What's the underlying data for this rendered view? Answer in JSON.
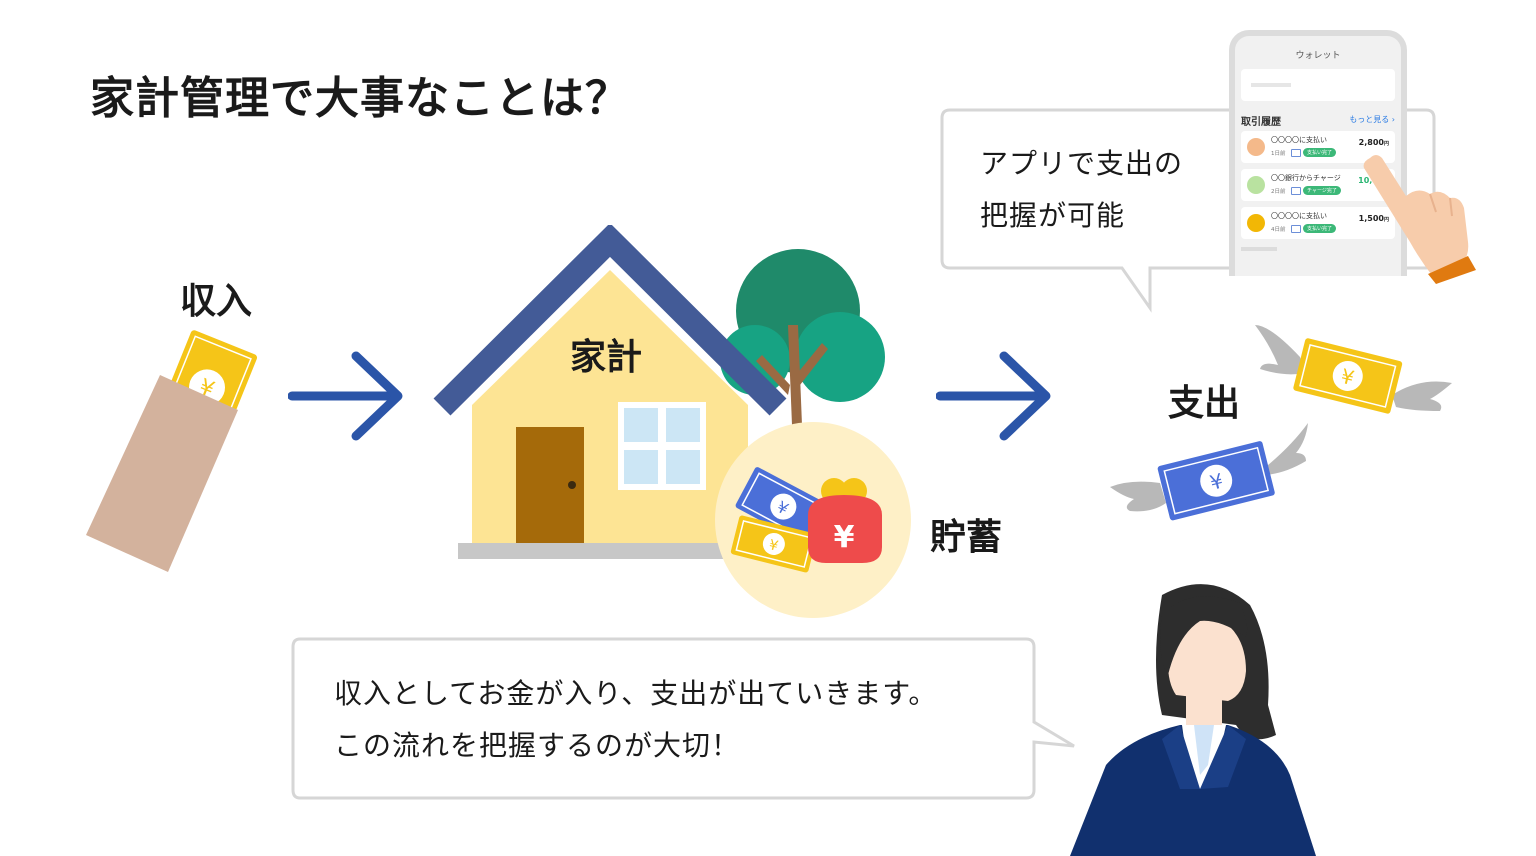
{
  "title": "家計管理で大事なことは？",
  "labels": {
    "income": "収入",
    "household": "家計",
    "savings": "貯蓄",
    "expense": "支出"
  },
  "bubble_app": {
    "line1": "アプリで支出の",
    "line2": "把握が可能"
  },
  "bubble_main": {
    "line1": "収入としてお金が入り、支出が出ていきます。",
    "line2": "この流れを把握するのが大切！"
  },
  "phone": {
    "header": "ウォレット",
    "section": "取引履歴",
    "more_link": "もっと見る",
    "transactions": [
      {
        "name": "〇〇〇〇に支払い",
        "date": "1日前",
        "status": "支払い完了",
        "amount": "2,800",
        "unit": "円",
        "dot_color": "#f4b98a",
        "amount_color": "#222222",
        "badge_color": "#3cb878"
      },
      {
        "name": "〇〇銀行からチャージ",
        "date": "2日前",
        "status": "チャージ完了",
        "amount": "10,000",
        "unit": "",
        "dot_color": "#b9e2a0",
        "amount_color": "#2bb673",
        "badge_color": "#3cb878"
      },
      {
        "name": "〇〇〇〇に支払い",
        "date": "4日前",
        "status": "支払い完了",
        "amount": "1,500",
        "unit": "円",
        "dot_color": "#f2b705",
        "amount_color": "#222222",
        "badge_color": "#3cb878"
      }
    ]
  },
  "colors": {
    "arrow": "#2b55a8",
    "roof": "#435b97",
    "house_wall": "#fde494",
    "door": "#a56a0a",
    "window": "#cce6f5",
    "tree_dark": "#1f8a6a",
    "tree_light": "#17a383",
    "envelope": "#d3b29d",
    "yellow_bill": "#f5c518",
    "blue_bill": "#4b6fd8",
    "savings_circle": "#fef0c7",
    "purse": "#ee4b4b",
    "suit": "#11306e",
    "hand": "#f7ccab",
    "cuff": "#e07a10"
  },
  "icons": {
    "yen_symbol": "¥",
    "more_chevron": "›"
  }
}
